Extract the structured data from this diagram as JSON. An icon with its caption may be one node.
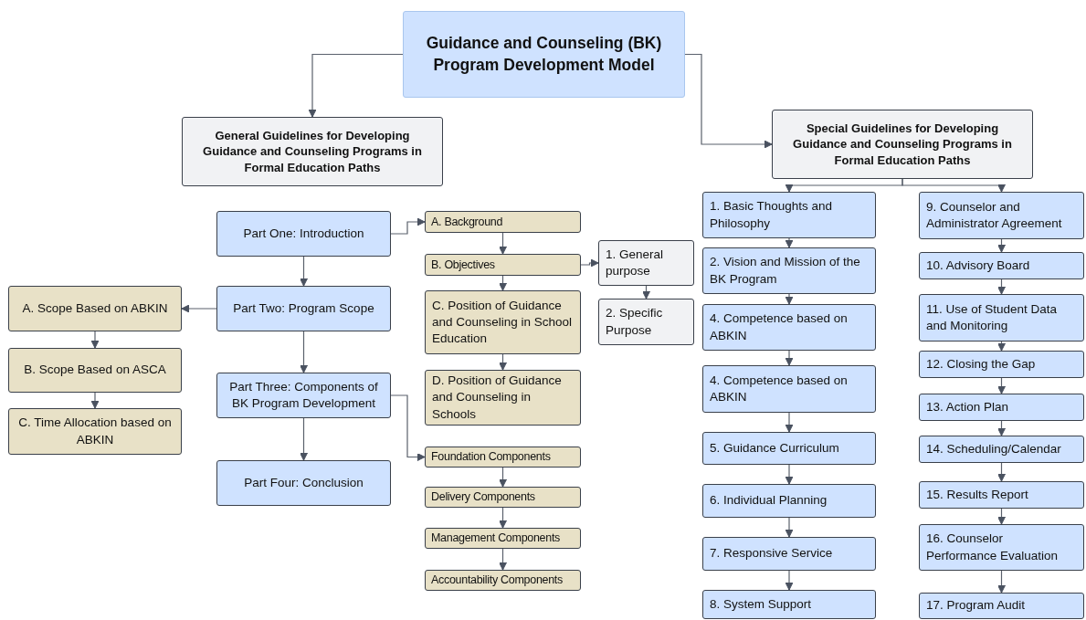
{
  "diagram": {
    "nodes": [
      {
        "text": [
          "Guidance and Counseling (BK) Program Development Model"
        ]
      },
      {
        "text": [
          "General Guidelines for Developing Guidance and Counseling Programs in Formal Education Paths"
        ]
      },
      {
        "text": [
          "Special Guidelines for Developing Guidance and Counseling Programs in Formal Education Paths"
        ]
      },
      {
        "text": [
          "Part One: Introduction"
        ]
      },
      {
        "text": [
          "Part Two: Program Scope"
        ]
      },
      {
        "text": [
          "Part Three: Components of BK Program Development"
        ]
      },
      {
        "text": [
          "Part Four: Conclusion"
        ]
      },
      {
        "text": [
          "A. Scope Based on ABKIN"
        ]
      },
      {
        "text": [
          "B. Scope Based on ASCA"
        ]
      },
      {
        "text": [
          "C. Time Allocation based on ABKIN"
        ]
      },
      {
        "text": [
          "A. Background"
        ]
      },
      {
        "text": [
          "B. Objectives"
        ]
      },
      {
        "text": [
          "C. Position of Guidance and Counseling in School Education"
        ]
      },
      {
        "text": [
          "D. Position of Guidance and Counseling in Schools"
        ]
      },
      {
        "text": [
          "Foundation Components"
        ]
      },
      {
        "text": [
          "Delivery Components"
        ]
      },
      {
        "text": [
          "Management Components"
        ]
      },
      {
        "text": [
          "Accountability Components"
        ]
      },
      {
        "text": [
          "1. General purpose"
        ]
      },
      {
        "text": [
          "2. Specific Purpose"
        ]
      },
      {
        "text": [
          "1. Basic Thoughts and Philosophy"
        ]
      },
      {
        "text": [
          "2. Vision and Mission of the BK Program"
        ]
      },
      {
        "text": [
          "4. Competence based on ABKIN"
        ]
      },
      {
        "text": [
          "4. Competence based on ABKIN"
        ]
      },
      {
        "text": [
          "5. Guidance Curriculum"
        ]
      },
      {
        "text": [
          "6. Individual Planning"
        ]
      },
      {
        "text": [
          "7. Responsive Service"
        ]
      },
      {
        "text": [
          "8. System Support"
        ]
      },
      {
        "text": [
          "9. Counselor and Administrator Agreement"
        ]
      },
      {
        "text": [
          "10. Advisory Board"
        ]
      },
      {
        "text": [
          "11. Use of Student Data and Monitoring"
        ]
      },
      {
        "text": [
          "12. Closing the Gap"
        ]
      },
      {
        "text": [
          "13. Action Plan"
        ]
      },
      {
        "text": [
          "14. Scheduling/Calendar"
        ]
      },
      {
        "text": [
          "15. Results Report"
        ]
      },
      {
        "text": [
          "16. Counselor Performance Evaluation"
        ]
      },
      {
        "text": [
          "17. Program Audit"
        ]
      }
    ],
    "edges": [
      {
        "from": 0,
        "to": 1,
        "arrow": "to"
      },
      {
        "from": 0,
        "to": 2,
        "arrow": "to"
      },
      {
        "from": 3,
        "to": 4,
        "arrow": "to"
      },
      {
        "from": 4,
        "to": 5,
        "arrow": "to"
      },
      {
        "from": 5,
        "to": 6,
        "arrow": "to"
      },
      {
        "from": 4,
        "to": 7,
        "arrow": "to"
      },
      {
        "from": 7,
        "to": 8,
        "arrow": "to"
      },
      {
        "from": 8,
        "to": 9,
        "arrow": "to"
      },
      {
        "from": 3,
        "to": 10,
        "arrow": "to"
      },
      {
        "from": 10,
        "to": 11,
        "arrow": "to"
      },
      {
        "from": 11,
        "to": 12,
        "arrow": "to"
      },
      {
        "from": 12,
        "to": 13,
        "arrow": "to"
      },
      {
        "from": 5,
        "to": 14,
        "arrow": "to"
      },
      {
        "from": 14,
        "to": 15,
        "arrow": "to"
      },
      {
        "from": 15,
        "to": 16,
        "arrow": "to"
      },
      {
        "from": 16,
        "to": 17,
        "arrow": "to"
      },
      {
        "from": 11,
        "to": 18,
        "arrow": "to"
      },
      {
        "from": 18,
        "to": 19,
        "arrow": "to"
      },
      {
        "from": 2,
        "to": 20,
        "arrow": "to"
      },
      {
        "from": 2,
        "to": 28,
        "arrow": "to"
      },
      {
        "from": 20,
        "to": 21,
        "arrow": "to"
      },
      {
        "from": 21,
        "to": 22,
        "arrow": "to"
      },
      {
        "from": 22,
        "to": 23,
        "arrow": "to"
      },
      {
        "from": 23,
        "to": 24,
        "arrow": "to"
      },
      {
        "from": 24,
        "to": 25,
        "arrow": "to"
      },
      {
        "from": 25,
        "to": 26,
        "arrow": "to"
      },
      {
        "from": 26,
        "to": 27,
        "arrow": "to"
      },
      {
        "from": 28,
        "to": 29,
        "arrow": "to"
      },
      {
        "from": 29,
        "to": 30,
        "arrow": "to"
      },
      {
        "from": 30,
        "to": 31,
        "arrow": "to"
      },
      {
        "from": 31,
        "to": 32,
        "arrow": "to"
      },
      {
        "from": 32,
        "to": 33,
        "arrow": "to"
      },
      {
        "from": 33,
        "to": 34,
        "arrow": "to"
      },
      {
        "from": 34,
        "to": 35,
        "arrow": "to"
      },
      {
        "from": 35,
        "to": 36,
        "arrow": "to"
      }
    ]
  }
}
